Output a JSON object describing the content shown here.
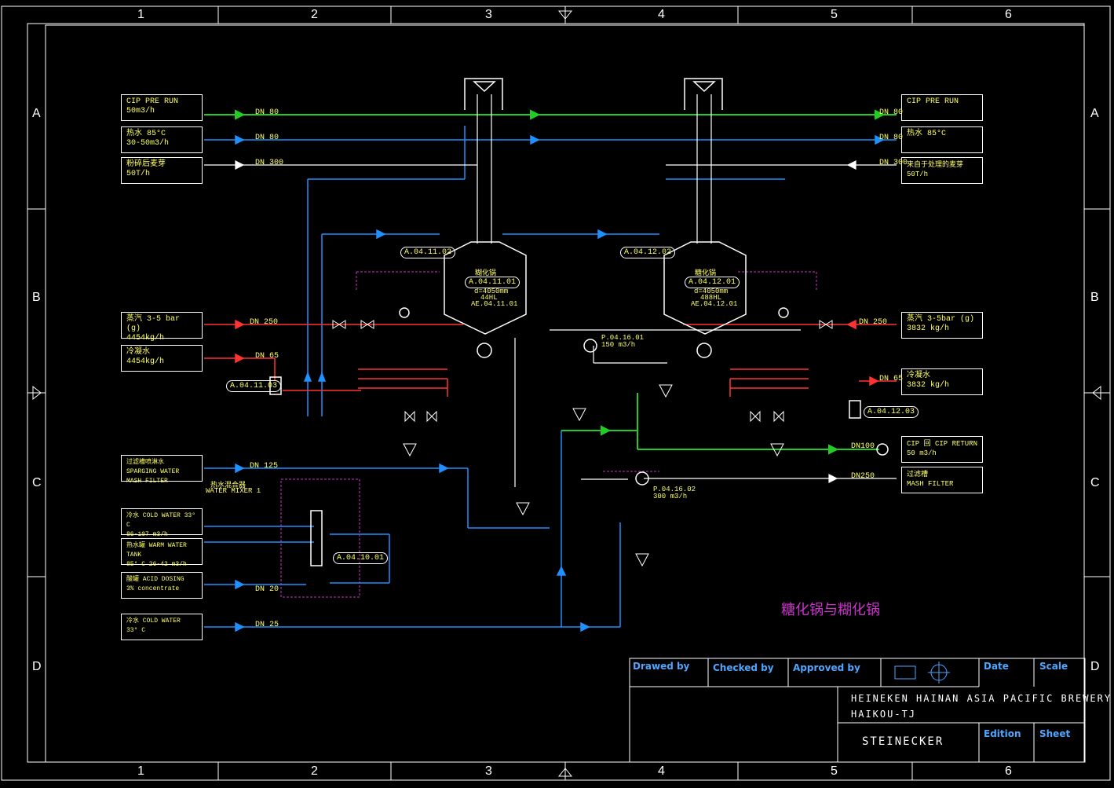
{
  "frame": {
    "columns": [
      "1",
      "2",
      "3",
      "4",
      "5",
      "6"
    ],
    "rows": [
      "A",
      "B",
      "C",
      "D"
    ]
  },
  "title_cn": "糖化锅与糊化锅",
  "left_streams": [
    {
      "line1": "CIP PRE RUN",
      "line2": "50m3/h",
      "pipe": "DN 80"
    },
    {
      "line1": "热水 85°C",
      "line2": "30-50m3/h",
      "pipe": "DN 80"
    },
    {
      "line1": "粉碎后麦芽",
      "line2": "50T/h",
      "pipe": "DN 300"
    },
    {
      "line1": "蒸汽   3-5 bar (g)",
      "line2": "4454kg/h",
      "pipe": "DN 250"
    },
    {
      "line1": "冷凝水",
      "line2": "4454kg/h",
      "pipe": "DN 65"
    },
    {
      "line1": "过滤槽喷淋水",
      "line2": "SPARGING WATER MASH FILTER",
      "pipe": "DN 125"
    },
    {
      "line1": "冷水 COLD WATER 33° C",
      "line2": "86-107 m3/h",
      "pipe": ""
    },
    {
      "line1": "热水罐 WARM WATER TANK",
      "line2": "85° C    26-42 m3/h",
      "pipe": ""
    },
    {
      "line1": "酸罐  ACID DOSING",
      "line2": "3% concentrate",
      "pipe": "DN 20"
    },
    {
      "line1": "冷水  COLD WATER",
      "line2": "33° C",
      "pipe": "DN 25"
    }
  ],
  "right_streams": [
    {
      "line1": "CIP PRE RUN",
      "line2": "",
      "pipe": "DN 80"
    },
    {
      "line1": "热水 85°C",
      "line2": "",
      "pipe": "DN 80"
    },
    {
      "line1": "来自于处理的麦芽",
      "line2": "50T/h",
      "pipe": "DN 300"
    },
    {
      "line1": "蒸汽  3-5bar (g)",
      "line2": "3832 kg/h",
      "pipe": "DN 250"
    },
    {
      "line1": "冷凝水",
      "line2": "3832 kg/h",
      "pipe": "DN 65"
    },
    {
      "line1": "CIP 回 CIP RETURN",
      "line2": "50 m3/h",
      "pipe": "DN100"
    },
    {
      "line1": "过滤槽",
      "line2": "MASH FILTER",
      "pipe": "DN250"
    }
  ],
  "vessels": [
    {
      "tag": "A.04.11.01",
      "name": "糊化锅",
      "spec1": "d=4050mm",
      "spec2": "44HL",
      "spec3": "AE.04.11.01"
    },
    {
      "tag": "A.04.12.01",
      "name": "糖化锅",
      "spec1": "d=4050mm",
      "spec2": "488HL",
      "spec3": "AE.04.12.01"
    }
  ],
  "tags": {
    "t1": "A.04.11.02",
    "t2": "A.04.12.02",
    "t3": "A.04.11.03",
    "t4": "A.04.12.03",
    "t5": "A.04.10.01"
  },
  "mixer": {
    "cn": "热水混合器",
    "en": "WATER MIXER 1"
  },
  "pump": {
    "p1": "P.04.16.01",
    "p1spec": "150 m3/h",
    "p2": "P.04.16.02",
    "p2spec": "300 m3/h"
  },
  "title_block": {
    "drawn": "Drawed by",
    "checked": "Checked by",
    "approved": "Approved by",
    "date": "Date",
    "scale": "Scale",
    "company_line1": "HEINEKEN HAINAN ASIA PACIFIC BREWERY",
    "company_line2": "HAIKOU-TJ",
    "vendor": "STEINECKER",
    "edition": "Edition",
    "sheet": "Sheet"
  },
  "colors": {
    "cip": "#22cc22",
    "water": "#1e90ff",
    "steam": "#ff3333",
    "frame": "#ffffff",
    "text": "#ffff66",
    "signal": "#cc33cc"
  }
}
